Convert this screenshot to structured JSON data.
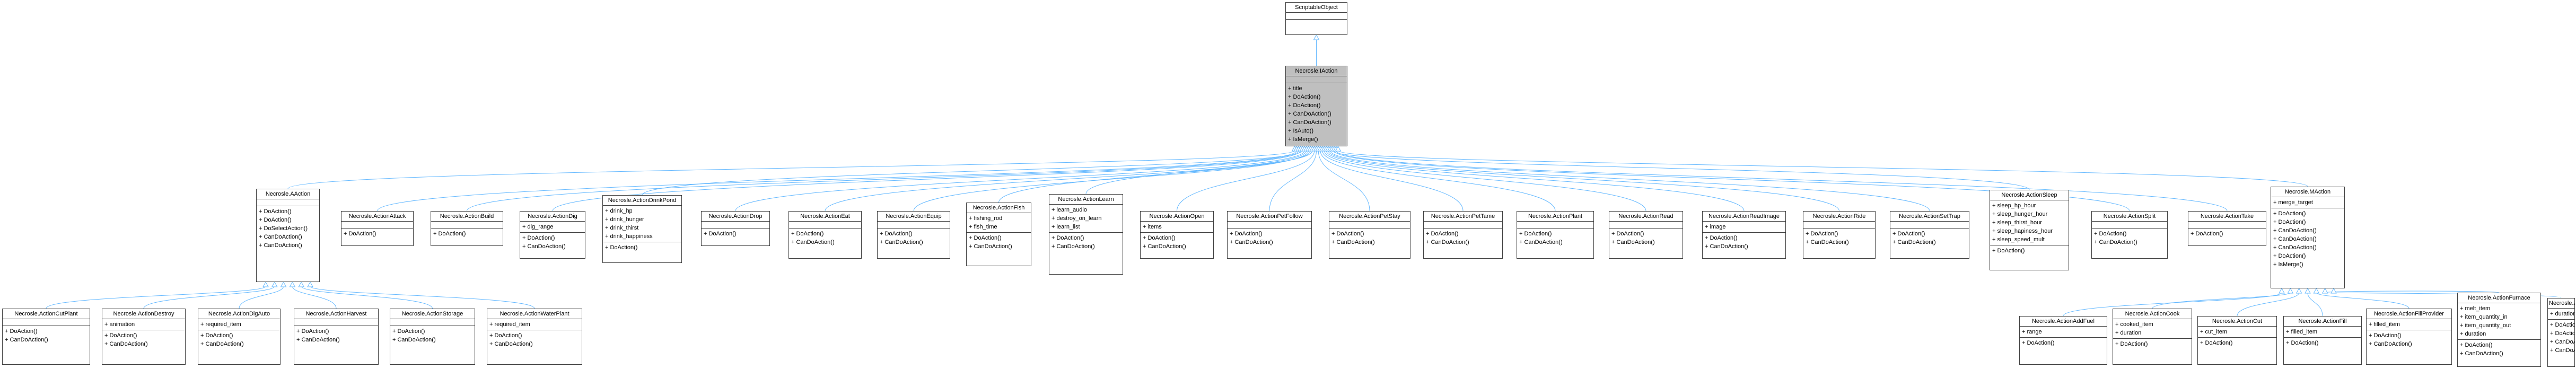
{
  "diagram": {
    "colors": {
      "edge": "#63b8ff",
      "border": "#404040",
      "root_fill": "#bfbfbf"
    },
    "classes": [
      {
        "id": "so",
        "title": "ScriptableObject",
        "fields": [],
        "methods": []
      },
      {
        "id": "iaction",
        "title": "Necrosle.IAction",
        "root": true,
        "fields": [],
        "methods": [
          "+ title",
          "+ DoAction()",
          "+ DoAction()",
          "+ CanDoAction()",
          "+ CanDoAction()",
          "+ IsAuto()",
          "+ IsMerge()"
        ]
      },
      {
        "id": "aaction",
        "title": "Necrosle.AAction",
        "fields": [],
        "methods": [
          "+ DoAction()",
          "+ DoAction()",
          "+ DoSelectAction()",
          "+ CanDoAction()",
          "+ CanDoAction()"
        ]
      },
      {
        "id": "attack",
        "title": "Necrosle.ActionAttack",
        "fields": [],
        "methods": [
          "+ DoAction()"
        ]
      },
      {
        "id": "build",
        "title": "Necrosle.ActionBuild",
        "fields": [],
        "methods": [
          "+ DoAction()"
        ]
      },
      {
        "id": "dig",
        "title": "Necrosle.ActionDig",
        "fields": [
          "+ dig_range"
        ],
        "methods": [
          "+ DoAction()",
          "+ CanDoAction()"
        ]
      },
      {
        "id": "drinkpond",
        "title": "Necrosle.ActionDrinkPond",
        "fields": [
          "+ drink_hp",
          "+ drink_hunger",
          "+ drink_thirst",
          "+ drink_happiness"
        ],
        "methods": [
          "+ DoAction()"
        ]
      },
      {
        "id": "drop",
        "title": "Necrosle.ActionDrop",
        "fields": [],
        "methods": [
          "+ DoAction()"
        ]
      },
      {
        "id": "eat",
        "title": "Necrosle.ActionEat",
        "fields": [],
        "methods": [
          "+ DoAction()",
          "+ CanDoAction()"
        ]
      },
      {
        "id": "equip",
        "title": "Necrosle.ActionEquip",
        "fields": [],
        "methods": [
          "+ DoAction()",
          "+ CanDoAction()"
        ]
      },
      {
        "id": "fish",
        "title": "Necrosle.ActionFish",
        "fields": [
          "+ fishing_rod",
          "+ fish_time"
        ],
        "methods": [
          "+ DoAction()",
          "+ CanDoAction()"
        ]
      },
      {
        "id": "learn",
        "title": "Necrosle.ActionLearn",
        "fields": [
          "+ learn_audio",
          "+ destroy_on_learn",
          "+ learn_list"
        ],
        "methods": [
          "+ DoAction()",
          "+ CanDoAction()"
        ]
      },
      {
        "id": "open",
        "title": "Necrosle.ActionOpen",
        "fields": [
          "+ items"
        ],
        "methods": [
          "+ DoAction()",
          "+ CanDoAction()"
        ]
      },
      {
        "id": "petfollow",
        "title": "Necrosle.ActionPetFollow",
        "fields": [],
        "methods": [
          "+ DoAction()",
          "+ CanDoAction()"
        ]
      },
      {
        "id": "petstay",
        "title": "Necrosle.ActionPetStay",
        "fields": [],
        "methods": [
          "+ DoAction()",
          "+ CanDoAction()"
        ]
      },
      {
        "id": "pettame",
        "title": "Necrosle.ActionPetTame",
        "fields": [],
        "methods": [
          "+ DoAction()",
          "+ CanDoAction()"
        ]
      },
      {
        "id": "plant",
        "title": "Necrosle.ActionPlant",
        "fields": [],
        "methods": [
          "+ DoAction()",
          "+ CanDoAction()"
        ]
      },
      {
        "id": "read",
        "title": "Necrosle.ActionRead",
        "fields": [],
        "methods": [
          "+ DoAction()",
          "+ CanDoAction()"
        ]
      },
      {
        "id": "readimage",
        "title": "Necrosle.ActionReadImage",
        "fields": [
          "+ image"
        ],
        "methods": [
          "+ DoAction()",
          "+ CanDoAction()"
        ]
      },
      {
        "id": "ride",
        "title": "Necrosle.ActionRide",
        "fields": [],
        "methods": [
          "+ DoAction()",
          "+ CanDoAction()"
        ]
      },
      {
        "id": "settrap",
        "title": "Necrosle.ActionSetTrap",
        "fields": [],
        "methods": [
          "+ DoAction()",
          "+ CanDoAction()"
        ]
      },
      {
        "id": "sleep",
        "title": "Necrosle.ActionSleep",
        "fields": [
          "+ sleep_hp_hour",
          "+ sleep_hunger_hour",
          "+ sleep_thirst_hour",
          "+ sleep_hapiness_hour",
          "+ sleep_speed_mult"
        ],
        "methods": [
          "+ DoAction()"
        ]
      },
      {
        "id": "split",
        "title": "Necrosle.ActionSplit",
        "fields": [],
        "methods": [
          "+ DoAction()",
          "+ CanDoAction()"
        ]
      },
      {
        "id": "take",
        "title": "Necrosle.ActionTake",
        "fields": [],
        "methods": [
          "+ DoAction()"
        ]
      },
      {
        "id": "maction",
        "title": "Necrosle.MAction",
        "fields": [
          "+ merge_target"
        ],
        "methods": [
          "+ DoAction()",
          "+ DoAction()",
          "+ CanDoAction()",
          "+ CanDoAction()",
          "+ CanDoAction()",
          "+ DoAction()",
          "+ IsMerge()"
        ]
      },
      {
        "id": "cutplant",
        "title": "Necrosle.ActionCutPlant",
        "fields": [],
        "methods": [
          "+ DoAction()",
          "+ CanDoAction()"
        ]
      },
      {
        "id": "destroy",
        "title": "Necrosle.ActionDestroy",
        "fields": [
          "+ animation"
        ],
        "methods": [
          "+ DoAction()",
          "+ CanDoAction()"
        ]
      },
      {
        "id": "digauto",
        "title": "Necrosle.ActionDigAuto",
        "fields": [
          "+ required_item"
        ],
        "methods": [
          "+ DoAction()",
          "+ CanDoAction()"
        ]
      },
      {
        "id": "harvest",
        "title": "Necrosle.ActionHarvest",
        "fields": [],
        "methods": [
          "+ DoAction()",
          "+ CanDoAction()"
        ]
      },
      {
        "id": "storage",
        "title": "Necrosle.ActionStorage",
        "fields": [],
        "methods": [
          "+ DoAction()",
          "+ CanDoAction()"
        ]
      },
      {
        "id": "waterplant",
        "title": "Necrosle.ActionWaterPlant",
        "fields": [
          "+ required_item"
        ],
        "methods": [
          "+ DoAction()",
          "+ CanDoAction()"
        ]
      },
      {
        "id": "addfuel",
        "title": "Necrosle.ActionAddFuel",
        "fields": [
          "+ range"
        ],
        "methods": [
          "+ DoAction()"
        ]
      },
      {
        "id": "cook",
        "title": "Necrosle.ActionCook",
        "fields": [
          "+ cooked_item",
          "+ duration"
        ],
        "methods": [
          "+ DoAction()"
        ]
      },
      {
        "id": "cut",
        "title": "Necrosle.ActionCut",
        "fields": [
          "+ cut_item"
        ],
        "methods": [
          "+ DoAction()"
        ]
      },
      {
        "id": "fill",
        "title": "Necrosle.ActionFill",
        "fields": [
          "+ filled_item"
        ],
        "methods": [
          "+ DoAction()"
        ]
      },
      {
        "id": "fillprovider",
        "title": "Necrosle.ActionFillProvider",
        "fields": [
          "+ filled_item"
        ],
        "methods": [
          "+ DoAction()",
          "+ CanDoAction()"
        ]
      },
      {
        "id": "furnace",
        "title": "Necrosle.ActionFurnace",
        "fields": [
          "+ melt_item",
          "+ item_quantity_in",
          "+ item_quantity_out",
          "+ duration"
        ],
        "methods": [
          "+ DoAction()",
          "+ CanDoAction()"
        ]
      },
      {
        "id": "repair",
        "title": "Necrosle.ActionRepair",
        "fields": [
          "+ duration"
        ],
        "methods": [
          "+ DoAction()",
          "+ DoAction()",
          "+ CanDoAction()",
          "+ CanDoAction()"
        ]
      }
    ],
    "edges": [
      [
        "iaction",
        "so"
      ],
      [
        "aaction",
        "iaction"
      ],
      [
        "attack",
        "iaction"
      ],
      [
        "build",
        "iaction"
      ],
      [
        "dig",
        "iaction"
      ],
      [
        "drinkpond",
        "iaction"
      ],
      [
        "drop",
        "iaction"
      ],
      [
        "eat",
        "iaction"
      ],
      [
        "equip",
        "iaction"
      ],
      [
        "fish",
        "iaction"
      ],
      [
        "learn",
        "iaction"
      ],
      [
        "open",
        "iaction"
      ],
      [
        "petfollow",
        "iaction"
      ],
      [
        "petstay",
        "iaction"
      ],
      [
        "pettame",
        "iaction"
      ],
      [
        "plant",
        "iaction"
      ],
      [
        "read",
        "iaction"
      ],
      [
        "readimage",
        "iaction"
      ],
      [
        "ride",
        "iaction"
      ],
      [
        "settrap",
        "iaction"
      ],
      [
        "sleep",
        "iaction"
      ],
      [
        "split",
        "iaction"
      ],
      [
        "take",
        "iaction"
      ],
      [
        "maction",
        "iaction"
      ],
      [
        "cutplant",
        "aaction"
      ],
      [
        "destroy",
        "aaction"
      ],
      [
        "digauto",
        "aaction"
      ],
      [
        "harvest",
        "aaction"
      ],
      [
        "storage",
        "aaction"
      ],
      [
        "waterplant",
        "aaction"
      ],
      [
        "addfuel",
        "maction"
      ],
      [
        "cook",
        "maction"
      ],
      [
        "cut",
        "maction"
      ],
      [
        "fill",
        "maction"
      ],
      [
        "fillprovider",
        "maction"
      ],
      [
        "furnace",
        "maction"
      ],
      [
        "repair",
        "maction"
      ]
    ]
  }
}
